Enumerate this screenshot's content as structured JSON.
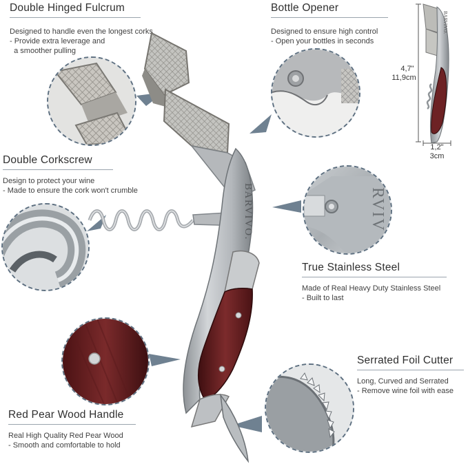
{
  "features": {
    "fulcrum": {
      "title": "Double Hinged Fulcrum",
      "desc": "Designed to handle even the longest corks\n- Provide extra leverage and\n  a smoother pulling"
    },
    "opener": {
      "title": "Bottle Opener",
      "desc": "Designed to ensure high control\n- Open your bottles in seconds"
    },
    "corkscrew": {
      "title": "Double Corkscrew",
      "desc": "Design to protect your wine\n- Made to ensure the cork won't crumble"
    },
    "steel": {
      "title": "True Stainless Steel",
      "desc": "Made of Real Heavy Duty Stainless Steel\n- Built to last"
    },
    "cutter": {
      "title": "Serrated Foil Cutter",
      "desc": "Long, Curved and Serrated\n- Remove wine foil with ease"
    },
    "handle": {
      "title": "Red Pear Wood Handle",
      "desc": "Real High Quality Red Pear Wood\n- Smooth and comfortable to hold"
    }
  },
  "brand": "BARVIVO.",
  "dimensions": {
    "height_in": "4,7\"",
    "height_cm": "11,9cm",
    "width_in": "1,2\"",
    "width_cm": "3cm"
  },
  "colors": {
    "accent_rule": "#9aa4ad",
    "dashed_ring": "#5d6f80",
    "pointer": "#6f8191",
    "wood": "#6b1f22",
    "steel": "#b9bec2"
  }
}
